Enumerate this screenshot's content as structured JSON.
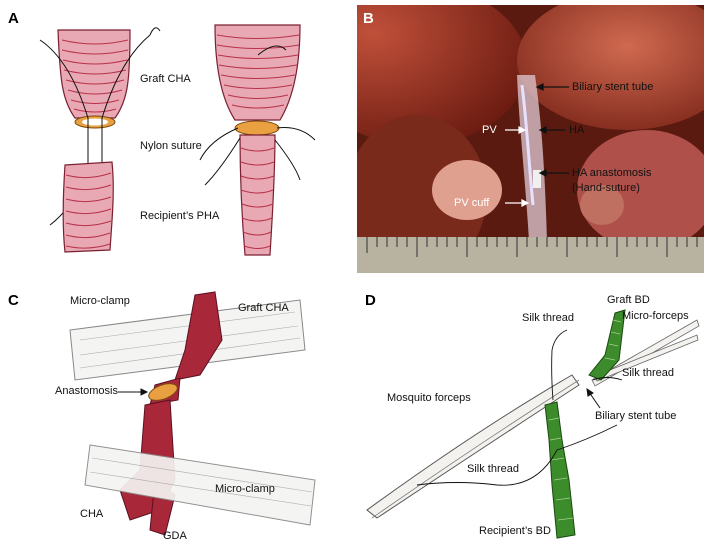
{
  "panels": {
    "A": {
      "letter": "A",
      "labels": {
        "graft": "Graft CHA",
        "suture": "Nylon suture",
        "recipient": "Recipient’s PHA"
      }
    },
    "B": {
      "letter": "B",
      "labels": {
        "stent": "Biliary stent tube",
        "pv": "PV",
        "ha": "HA",
        "anastomosis_line1": "HA anastomosis",
        "anastomosis_line2": "(Hand-suture)",
        "pv_cuff": "PV cuff"
      }
    },
    "C": {
      "letter": "C",
      "labels": {
        "clamp_top": "Micro-clamp",
        "graft": "Graft CHA",
        "anastomosis": "Anastomosis",
        "clamp_bottom": "Micro-clamp",
        "cha": "CHA",
        "gda": "GDA"
      }
    },
    "D": {
      "letter": "D",
      "labels": {
        "graft_bd": "Graft BD",
        "silk_top": "Silk thread",
        "micro_forceps": "Micro-forceps",
        "silk_right": "Silk thread",
        "mosquito": "Mosquito forceps",
        "stent": "Biliary stent tube",
        "silk_bottom": "Silk thread",
        "recipient_bd": "Recipient’s BD"
      }
    }
  },
  "colors": {
    "vessel": "#b8324a",
    "vessel_light": "#e8a8b4",
    "cuff": "#e8a040",
    "bd_green": "#3c8c2c",
    "photo_bg": "#8a2c1c"
  }
}
